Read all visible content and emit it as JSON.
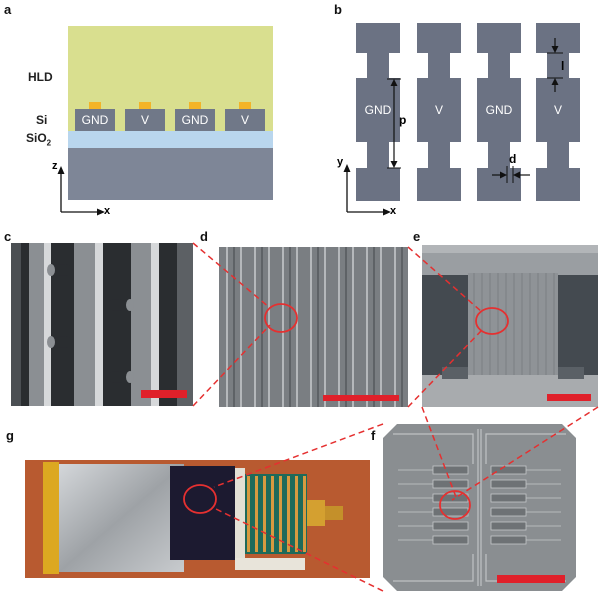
{
  "panels": {
    "a": {
      "label": "a",
      "layers": {
        "hld": "HLD",
        "si": "Si",
        "sio2": "SiO",
        "sio2_sub": "2"
      },
      "electrodes": [
        "GND",
        "V",
        "GND",
        "V"
      ],
      "axes": {
        "z": "z",
        "x": "x"
      }
    },
    "b": {
      "label": "b",
      "electrodes": [
        "GND",
        "V",
        "GND",
        "V"
      ],
      "dims": {
        "p": "p",
        "l": "l",
        "d": "d"
      },
      "axes": {
        "y": "y",
        "x": "x"
      }
    },
    "c": {
      "label": "c"
    },
    "d": {
      "label": "d"
    },
    "e": {
      "label": "e"
    },
    "f": {
      "label": "f"
    },
    "g": {
      "label": "g"
    }
  },
  "colors": {
    "hld": "#d9df8f",
    "sio2": "#b9d6ee",
    "substrate": "#7e8697",
    "si": "#707888",
    "pad": "#f3b428",
    "electrode_b": "#6b7283",
    "zoom": "#e53030",
    "scalebar": "#e0202a"
  }
}
